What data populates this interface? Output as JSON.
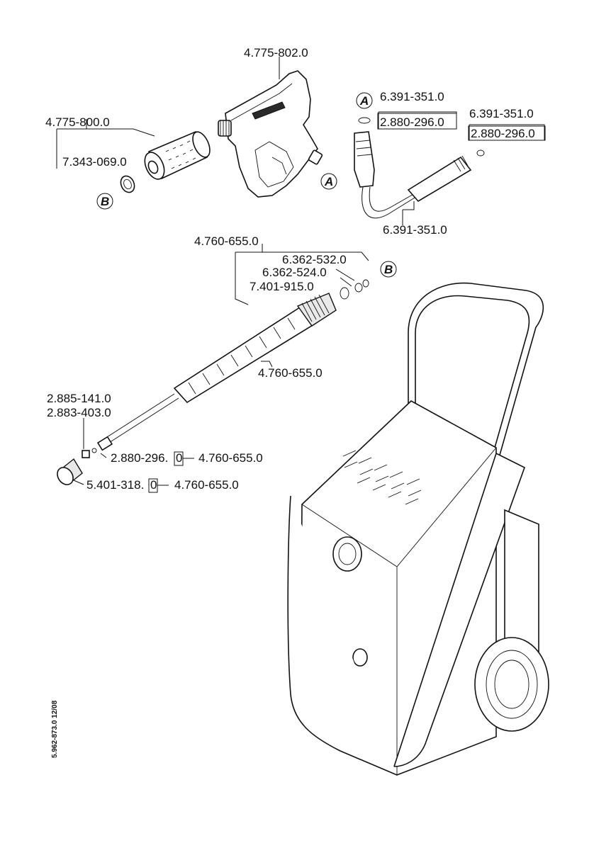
{
  "labels": {
    "gun": "4.775-802.0",
    "grip": "4.775-800.0",
    "grip_ring": "7.343-069.0",
    "hose_a": "6.391-351.0",
    "hose_a_oring": "2.880-296.0",
    "hose_b": "6.391-351.0",
    "hose_b_oring": "2.880-296.0",
    "hose_c": "6.391-351.0",
    "lance_set": "4.760-655.0",
    "lance_part1": "6.362-532.0",
    "lance_part2": "6.362-524.0",
    "lance_part3": "7.401-915.0",
    "lance_tube": "4.760-655.0",
    "nozzle1": "2.885-141.0",
    "nozzle2": "2.883-403.0",
    "oring_nozzle": "2.880-296.",
    "oring_nozzle_box": "0",
    "oring_nozzle_ref": "4.760-655.0",
    "cap": "5.401-318.",
    "cap_box": "0",
    "cap_ref": "4.760-655.0",
    "callout_a": "A",
    "callout_b": "B"
  },
  "doc_number": "5.962-873.0  12/08"
}
